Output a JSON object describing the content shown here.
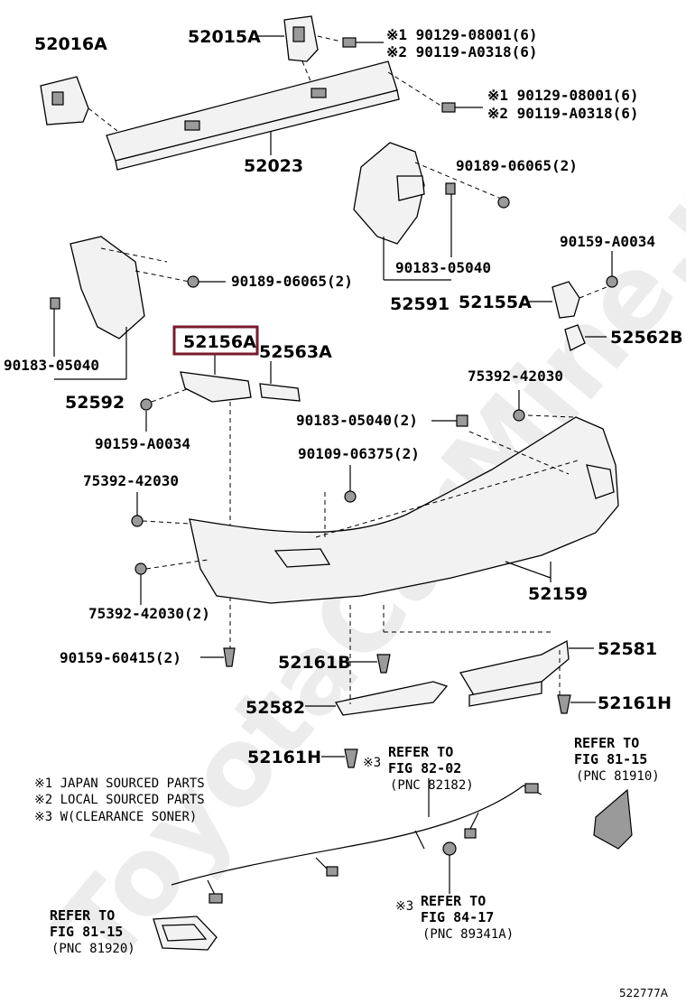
{
  "watermark": "ToyotaCarMine.ru",
  "figure_code": "522777A",
  "highlighted_part": "52156A",
  "parts": {
    "p52016A": "52016A",
    "p52015A": "52015A",
    "p52023": "52023",
    "bolt_top1_a": "※1 90129-08001(6)",
    "bolt_top1_b": "※2 90119-A0318(6)",
    "bolt_top2_a": "※1 90129-08001(6)",
    "bolt_top2_b": "※2 90119-A0318(6)",
    "p90189_right": "90189-06065(2)",
    "p90183_right": "90183-05040",
    "p52591": "52591",
    "p90159_right": "90159-A0034",
    "p52155A": "52155A",
    "p52562B": "52562B",
    "p90189_left": "90189-06065(2)",
    "p90183_left": "90183-05040",
    "p52592": "52592",
    "p52156A": "52156A",
    "p52563A": "52563A",
    "p75392_top": "75392-42030",
    "p90183_mid": "90183-05040(2)",
    "p90109": "90109-06375(2)",
    "p90159_left": "90159-A0034",
    "p75392_left": "75392-42030",
    "p52159": "52159",
    "p75392_bottom": "75392-42030(2)",
    "p90159_60415": "90159-60415(2)",
    "p52161B": "52161B",
    "p52581": "52581",
    "p52582": "52582",
    "p52161H_right": "52161H",
    "p52161H_left": "52161H"
  },
  "notes": {
    "n1": "※1 JAPAN SOURCED PARTS",
    "n2": "※2 LOCAL SOURCED PARTS",
    "n3": "※3 W(CLEARANCE SONER)"
  },
  "refs": {
    "r82_mark": "※3",
    "r82_line1": "REFER TO",
    "r82_line2": "FIG 82-02",
    "r82_pnc": "(PNC 82182)",
    "r81a_line1": "REFER TO",
    "r81a_line2": "FIG 81-15",
    "r81a_pnc": "(PNC 81910)",
    "r84_mark": "※3",
    "r84_line1": "REFER TO",
    "r84_line2": "FIG 84-17",
    "r84_pnc": "(PNC 89341A)",
    "r81b_line1": "REFER TO",
    "r81b_line2": "FIG 81-15",
    "r81b_pnc": "(PNC 81920)"
  },
  "colors": {
    "highlight_box": "#7a1a2e"
  }
}
